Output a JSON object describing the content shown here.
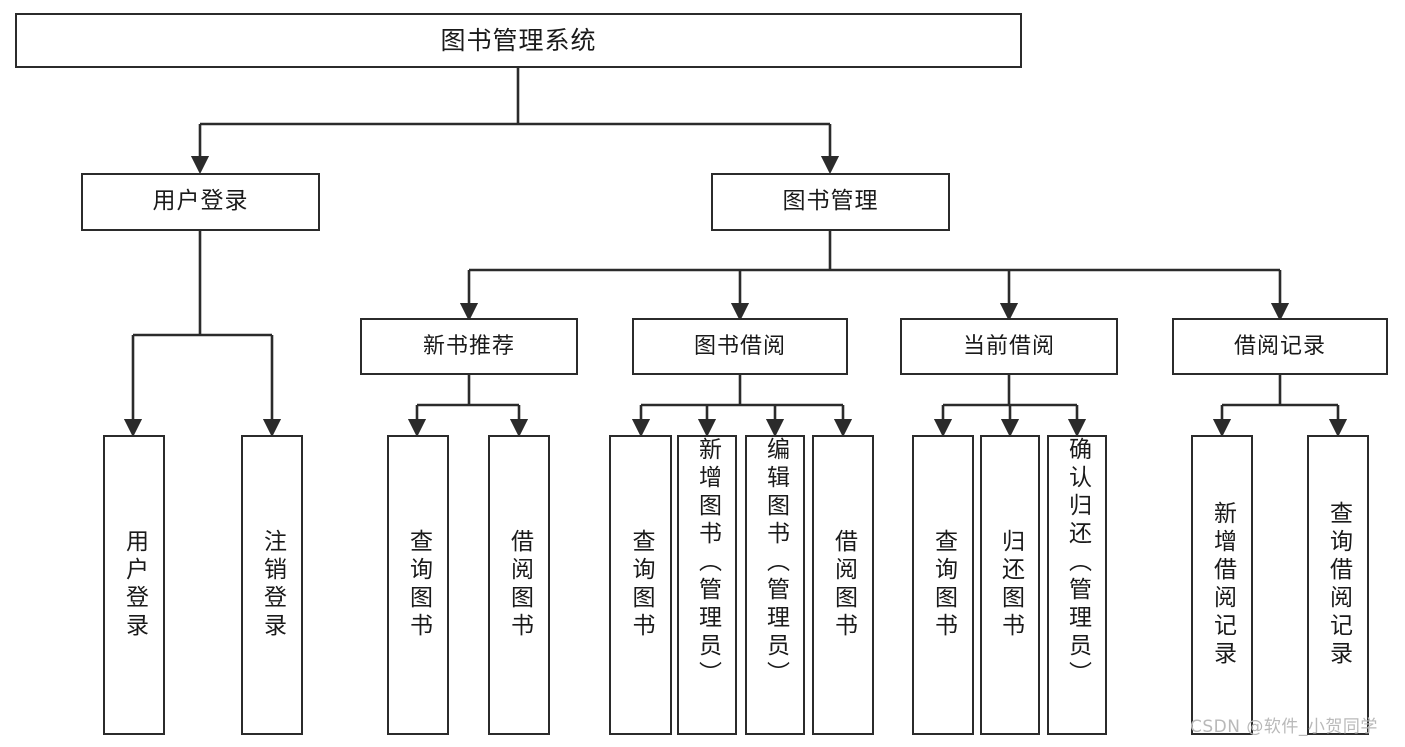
{
  "diagram": {
    "title": "图书管理系统",
    "type": "tree-hierarchy",
    "watermark": "CSDN @软件_小贺同学",
    "colors": {
      "stroke": "#2b2b2b",
      "fill": "#ffffff",
      "text": "#1a1a1a",
      "watermark": "#b9b9b9"
    },
    "root": {
      "label": "图书管理系统"
    },
    "level1": [
      {
        "id": "user-login",
        "label": "用户登录"
      },
      {
        "id": "book-manage",
        "label": "图书管理"
      }
    ],
    "level2": [
      {
        "id": "new-book-rec",
        "label": "新书推荐",
        "parent": "book-manage"
      },
      {
        "id": "book-borrow",
        "label": "图书借阅",
        "parent": "book-manage"
      },
      {
        "id": "current-borrow",
        "label": "当前借阅",
        "parent": "book-manage"
      },
      {
        "id": "borrow-record",
        "label": "借阅记录",
        "parent": "book-manage"
      }
    ],
    "leaves": [
      {
        "id": "leaf-user-login",
        "label": "用户登录",
        "parent": "user-login"
      },
      {
        "id": "leaf-user-logout",
        "label": "注销登录",
        "parent": "user-login"
      },
      {
        "id": "leaf-rec-query",
        "label": "查询图书",
        "parent": "new-book-rec"
      },
      {
        "id": "leaf-rec-borrow",
        "label": "借阅图书",
        "parent": "new-book-rec"
      },
      {
        "id": "leaf-borrow-query",
        "label": "查询图书",
        "parent": "book-borrow"
      },
      {
        "id": "leaf-book-add",
        "label": "新增图书（管理员）",
        "parent": "book-borrow"
      },
      {
        "id": "leaf-book-edit",
        "label": "编辑图书（管理员）",
        "parent": "book-borrow"
      },
      {
        "id": "leaf-book-borrow",
        "label": "借阅图书",
        "parent": "book-borrow"
      },
      {
        "id": "leaf-cur-query",
        "label": "查询图书",
        "parent": "current-borrow"
      },
      {
        "id": "leaf-cur-return",
        "label": "归还图书",
        "parent": "current-borrow"
      },
      {
        "id": "leaf-cur-confirm",
        "label": "确认归还（管理员）",
        "parent": "current-borrow"
      },
      {
        "id": "leaf-rec-add",
        "label": "新增借阅记录",
        "parent": "borrow-record"
      },
      {
        "id": "leaf-rec-search",
        "label": "查询借阅记录",
        "parent": "borrow-record"
      }
    ]
  }
}
